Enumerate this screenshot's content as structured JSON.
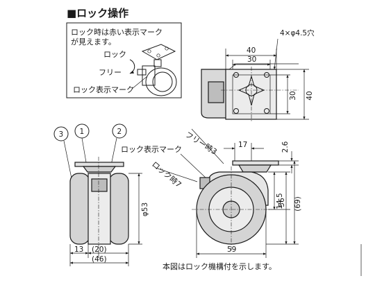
{
  "section_title": "■ロック操作",
  "inset": {
    "note_line1": "ロック時は赤い表示マーク",
    "note_line2": "が見えます。",
    "label_lock": "ロック",
    "label_free": "フリー",
    "label_mark": "ロック表示マーク"
  },
  "top_view": {
    "hole_spec": "4×φ4.5穴",
    "dim_outer_width": "40",
    "dim_inner_width": "30",
    "dim_inner_height": "30",
    "dim_outer_height": "40"
  },
  "front_view": {
    "callout_1": "1",
    "callout_2": "2",
    "callout_3": "3",
    "dim_diameter": "φ53",
    "dim_13": "13",
    "dim_20": "(20)",
    "dim_46": "(46)"
  },
  "side_view": {
    "label_mark": "ロック表示マーク",
    "label_free": "フリー時3",
    "label_lock": "ロック時7",
    "dim_17": "17",
    "dim_2_6": "2.6",
    "dim_14_5": "14.5",
    "dim_56": "56",
    "dim_69": "(69)",
    "dim_59": "59"
  },
  "caption": "本図はロック機構付を示します。"
}
